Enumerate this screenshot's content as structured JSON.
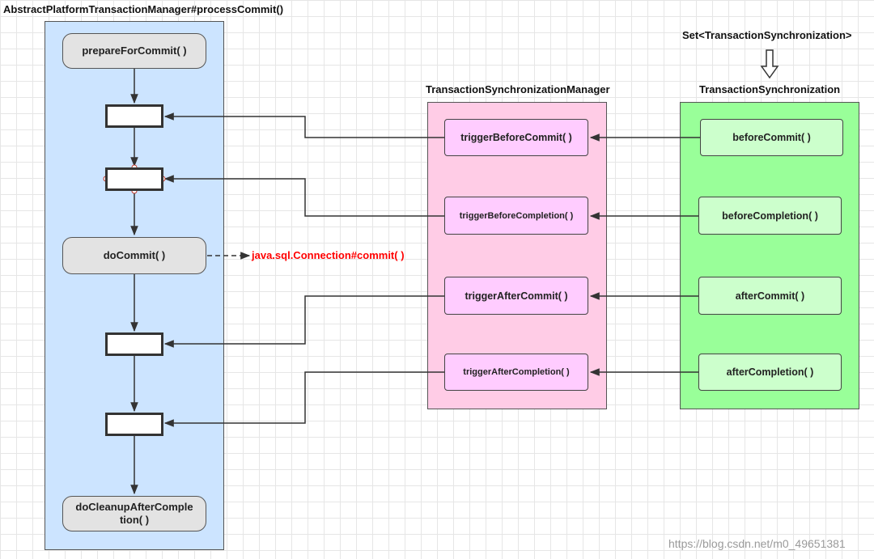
{
  "process": {
    "title": "AbstractPlatformTransactionManager#processCommit()",
    "nodes": {
      "prepare": "prepareForCommit( )",
      "do_commit": "doCommit( )",
      "cleanup": "doCleanupAfterComple\ntion( )"
    }
  },
  "manager": {
    "title": "TransactionSynchronizationManager",
    "nodes": [
      "triggerBeforeCommit( )",
      "triggerBeforeCompletion( )",
      "triggerAfterCommit( )",
      "triggerAfterCompletion( )"
    ]
  },
  "synchronization": {
    "set_label": "Set<TransactionSynchronization>",
    "title": "TransactionSynchronization",
    "nodes": [
      "beforeCommit( )",
      "beforeCompletion( )",
      "afterCommit( )",
      "afterCompletion( )"
    ]
  },
  "external_call": "java.sql.Connection#commit( )",
  "watermark": "https://blog.csdn.net/m0_49651381",
  "colors": {
    "process_lane": "#cce4ff",
    "manager_lane": "#ffcce6",
    "sync_lane": "#99ff99",
    "process_node": "#e3e3e3",
    "manager_node": "#ffccff",
    "sync_node": "#ccffcc",
    "external_call": "#ff0000"
  }
}
